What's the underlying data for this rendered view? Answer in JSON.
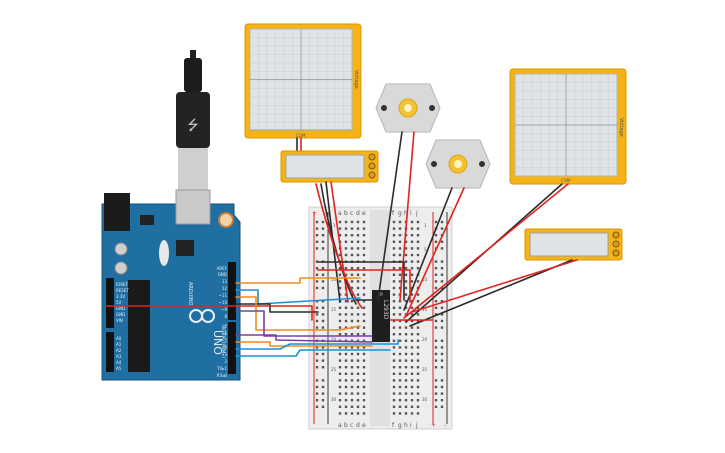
{
  "arduino": {
    "model_label": "UNO",
    "brand_label": "ARDUINO",
    "digital_label": "DIGITAL (PWM~)",
    "power_pins": [
      "IOREF",
      "RESET",
      "3.3V",
      "5V",
      "GND",
      "GND",
      "VIN"
    ],
    "analog_pins": [
      "A0",
      "A1",
      "A2",
      "A3",
      "A4",
      "A5"
    ],
    "digital_pins_top": [
      "AREF",
      "GND",
      "13",
      "12",
      "~11",
      "~10",
      "~9",
      "8"
    ],
    "digital_pins_bottom": [
      "7",
      "~6",
      "~5",
      "4",
      "~3",
      "2",
      "TX▸1",
      "RX◂0"
    ]
  },
  "ic": {
    "label": "L293D"
  },
  "breadboard": {
    "columns": [
      "a",
      "b",
      "c",
      "d",
      "e",
      "f",
      "g",
      "h",
      "i",
      "j"
    ],
    "plus": "+",
    "minus": "-",
    "row_numbers": [
      "1",
      "5",
      "10",
      "15",
      "20",
      "25",
      "30"
    ]
  },
  "multimeters": [
    {
      "name": "Voltage",
      "mode_label": "Voltage",
      "lead_label": "COM"
    },
    {
      "name": "Voltage",
      "mode_label": "Voltage",
      "lead_label": "COM"
    }
  ],
  "wire_colors": {
    "red": "#e0241f",
    "black": "#2b2b2b",
    "orange": "#f08a1c",
    "blue": "#1b8fd6",
    "purple": "#7a3ea6",
    "green": "#3aa64b"
  },
  "colors": {
    "board": "#1f6fa3",
    "meter_frame": "#f5b315",
    "meter_screen": "#dfe3e6",
    "breadboard": "#efefef",
    "motor": "#d9d9d9"
  }
}
